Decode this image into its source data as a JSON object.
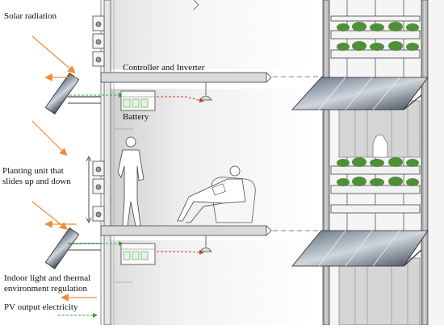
{
  "labels": {
    "solar_radiation": "Solar radiation",
    "controller_inverter": "Controller and Inverter",
    "battery": "Battery",
    "planting_unit_line1": "Planting unit that",
    "planting_unit_line2": "slides up and down",
    "indoor_line1": "Indoor light and thermal",
    "indoor_line2": "environment regulation",
    "pv_output": "PV output electricity"
  },
  "colors": {
    "solar_arrow": "#f08a3c",
    "indoor_arrow": "#f08a3c",
    "pv_line": "#3aa83a",
    "signal_line": "#e03a2a",
    "slab": "#d9d9d9",
    "plant": "#4f8f3a",
    "panel": "#2f3a46"
  }
}
